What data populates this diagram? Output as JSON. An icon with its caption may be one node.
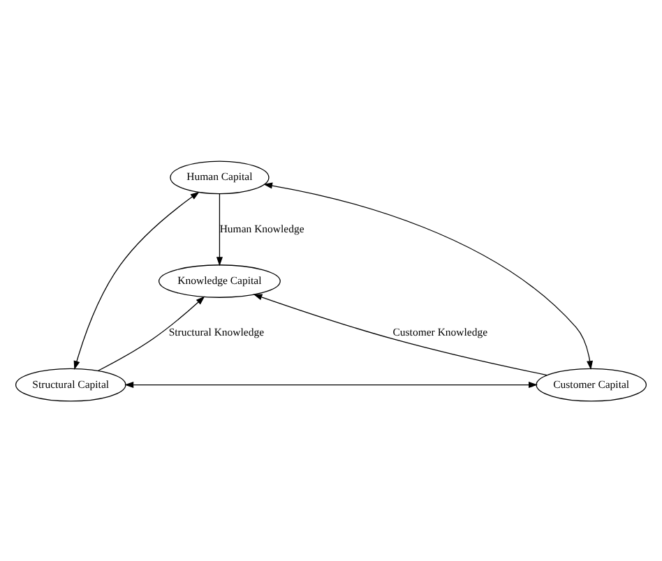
{
  "diagram": {
    "nodes": [
      {
        "text": [
          "Human Capital"
        ]
      },
      {
        "text": [
          "Knowledge Capital"
        ]
      },
      {
        "text": [
          "Structural Capital"
        ]
      },
      {
        "text": [
          "Customer Capital"
        ]
      }
    ],
    "edges": [
      {
        "from": 0,
        "to": 2,
        "arrow": "both"
      },
      {
        "from": 0,
        "to": 3,
        "arrow": "both"
      },
      {
        "from": 0,
        "to": 1,
        "arrow": "to",
        "label": "Human Knowledge"
      },
      {
        "from": 2,
        "to": 1,
        "arrow": "to",
        "label": "Structural Knowledge"
      },
      {
        "from": 3,
        "to": 1,
        "arrow": "to",
        "label": "Customer Knowledge"
      },
      {
        "from": 2,
        "to": 3,
        "arrow": "both"
      }
    ]
  }
}
